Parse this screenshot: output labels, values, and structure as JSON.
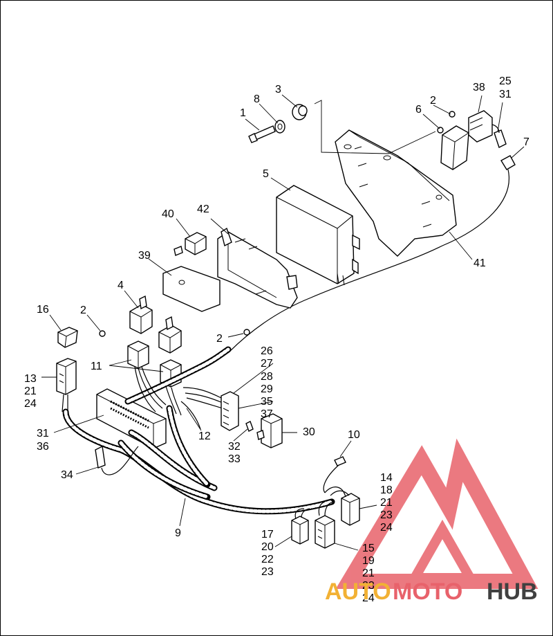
{
  "labels": {
    "l1": "1",
    "l8": "8",
    "l3": "3",
    "l2a": "2",
    "l6": "6",
    "l38": "38",
    "l25": "25",
    "l31a": "31",
    "l7": "7",
    "l5": "5",
    "l41": "41",
    "l40": "40",
    "l42": "42",
    "l39": "39",
    "l4": "4",
    "l16": "16",
    "l2b": "2",
    "l2c": "2",
    "l11": "11",
    "l26": "26",
    "l27": "27",
    "l28": "28",
    "l29": "29",
    "l35": "35",
    "l37": "37",
    "l13": "13",
    "l21a": "21",
    "l24a": "24",
    "l31b": "31",
    "l36": "36",
    "l12": "12",
    "l32": "32",
    "l33": "33",
    "l30": "30",
    "l10": "10",
    "l34": "34",
    "l9": "9",
    "l14": "14",
    "l18": "18",
    "l21b": "21",
    "l23a": "23",
    "l24b": "24",
    "l17": "17",
    "l20": "20",
    "l22": "22",
    "l23b": "23",
    "l15": "15",
    "l19": "19",
    "l21c": "21",
    "l23c": "23",
    "l24c": "24"
  },
  "watermark": {
    "part1": "AUTO",
    "part2": "MOTO",
    "part3": "HUB",
    "colors": {
      "auto": "#f2b134",
      "moto": "#e8626b",
      "hub": "#404040",
      "triangle": "#e8626b"
    }
  }
}
